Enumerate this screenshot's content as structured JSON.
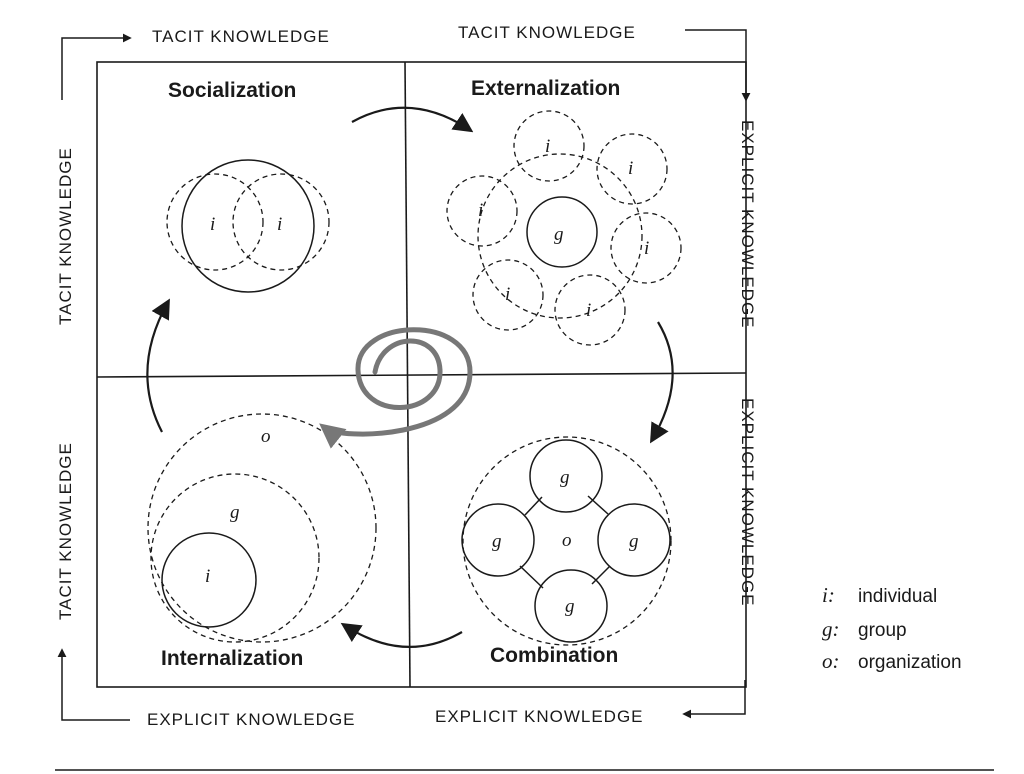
{
  "quadrants": {
    "socialization": "Socialization",
    "externalization": "Externalization",
    "combination": "Combination",
    "internalization": "Internalization"
  },
  "edges": {
    "top_left": "TACIT KNOWLEDGE",
    "top_right": "TACIT KNOWLEDGE",
    "bottom_left": "EXPLICIT KNOWLEDGE",
    "bottom_right": "EXPLICIT KNOWLEDGE",
    "left_top": "TACIT KNOWLEDGE",
    "left_bottom": "TACIT KNOWLEDGE",
    "right_top": "EXPLICIT KNOWLEDGE",
    "right_bottom": "EXPLICIT KNOWLEDGE"
  },
  "labels": {
    "individual": "i",
    "group": "g",
    "organization": "o"
  },
  "legend": [
    {
      "key": "i:",
      "value": "individual"
    },
    {
      "key": "g:",
      "value": "group"
    },
    {
      "key": "o:",
      "value": "organization"
    }
  ],
  "colors": {
    "ink": "#1a1a1a",
    "spiral": "#777777"
  }
}
